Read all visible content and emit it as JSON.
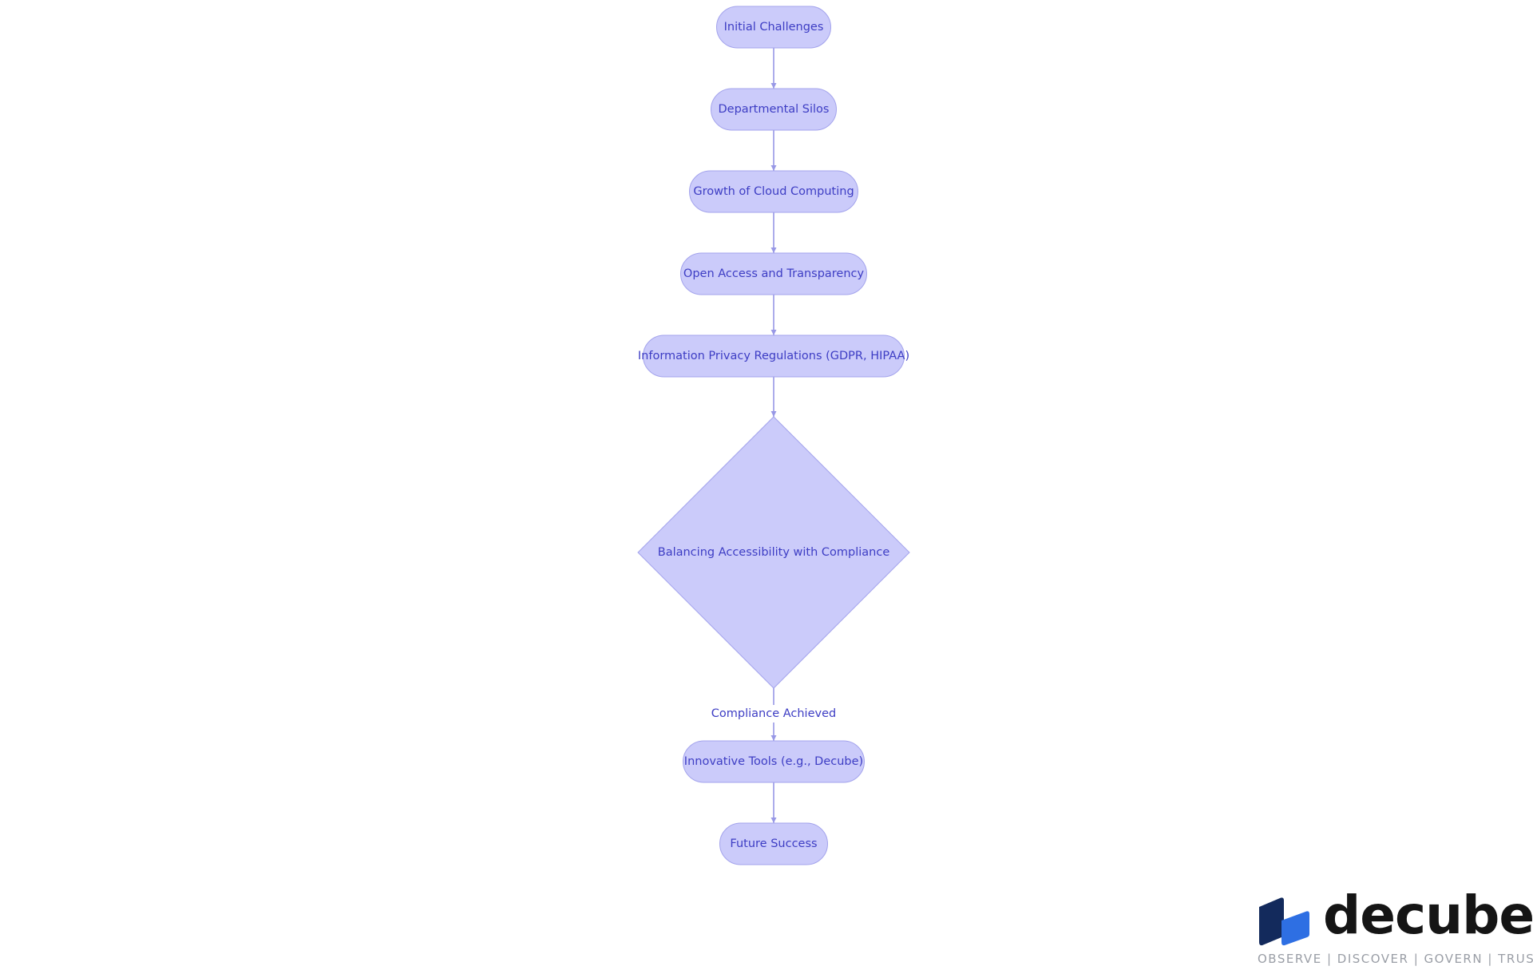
{
  "diagram": {
    "nodes": [
      {
        "id": "initial",
        "label": "Initial Challenges",
        "shape": "stadium"
      },
      {
        "id": "silos",
        "label": "Departmental Silos",
        "shape": "stadium"
      },
      {
        "id": "cloud",
        "label": "Growth of Cloud Computing",
        "shape": "stadium"
      },
      {
        "id": "open",
        "label": "Open Access and Transparency",
        "shape": "stadium"
      },
      {
        "id": "privacy",
        "label": "Information Privacy Regulations (GDPR, HIPAA)",
        "shape": "stadium"
      },
      {
        "id": "balance",
        "label": "Balancing Accessibility with Compliance",
        "shape": "diamond"
      },
      {
        "id": "tools",
        "label": "Innovative Tools (e.g., Decube)",
        "shape": "stadium"
      },
      {
        "id": "future",
        "label": "Future Success",
        "shape": "stadium"
      }
    ],
    "edges": [
      {
        "from": "initial",
        "to": "silos",
        "label": ""
      },
      {
        "from": "silos",
        "to": "cloud",
        "label": ""
      },
      {
        "from": "cloud",
        "to": "open",
        "label": ""
      },
      {
        "from": "open",
        "to": "privacy",
        "label": ""
      },
      {
        "from": "privacy",
        "to": "balance",
        "label": ""
      },
      {
        "from": "balance",
        "to": "tools",
        "label": "Compliance Achieved"
      },
      {
        "from": "tools",
        "to": "future",
        "label": ""
      }
    ],
    "colors": {
      "node_fill": "#cbcbfa",
      "node_stroke": "#a3a3ec",
      "edge": "#9898e6",
      "text": "#3d3dc4"
    }
  },
  "brand": {
    "name": "decube",
    "tagline": "OBSERVE | DISCOVER | GOVERN | TRUST",
    "colors": {
      "icon_dark": "#132a5c",
      "icon_light": "#2e6fe3",
      "wordmark": "#151515",
      "tagline": "#9a9ea6"
    }
  }
}
